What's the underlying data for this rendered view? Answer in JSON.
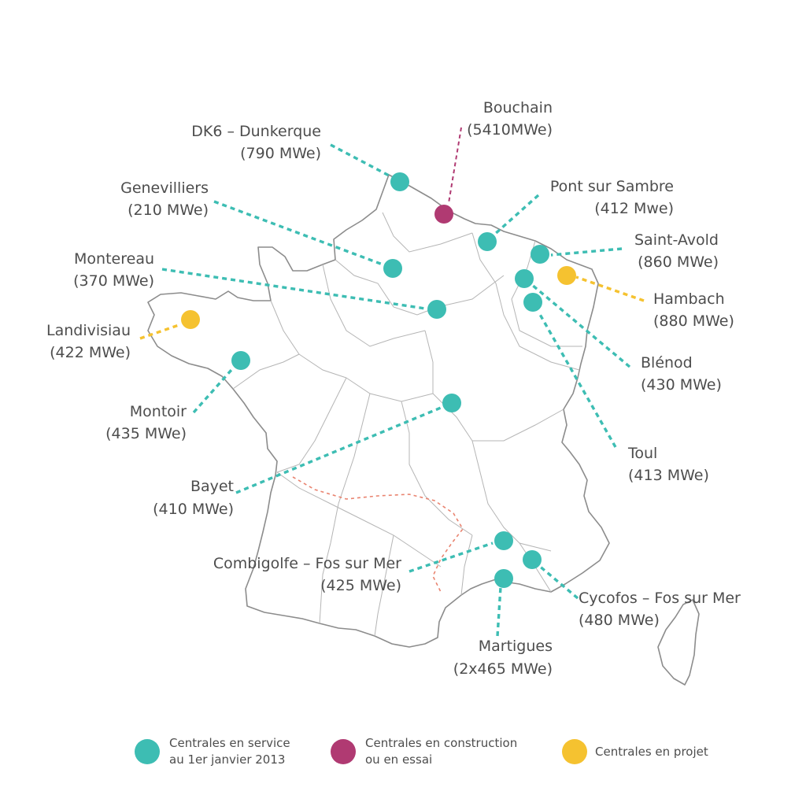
{
  "colors": {
    "in_service": "#3dbdb3",
    "construction": "#b03a72",
    "project": "#f5c230",
    "text": "#4d4d4d",
    "pipeline": "#e9836f"
  },
  "plants": [
    {
      "name": "DK6 – Dunkerque",
      "capacity": "(790 MWe)",
      "status": "in_service"
    },
    {
      "name": "Bouchain",
      "capacity": "(5410MWe)",
      "status": "construction"
    },
    {
      "name": "Genevilliers",
      "capacity": "(210 MWe)",
      "status": "in_service"
    },
    {
      "name": "Pont sur Sambre",
      "capacity": "(412 Mwe)",
      "status": "in_service"
    },
    {
      "name": "Saint-Avold",
      "capacity": "(860 MWe)",
      "status": "in_service"
    },
    {
      "name": "Montereau",
      "capacity": "(370 MWe)",
      "status": "in_service"
    },
    {
      "name": "Hambach",
      "capacity": "(880 MWe)",
      "status": "project"
    },
    {
      "name": "Landivisiau",
      "capacity": "(422 MWe)",
      "status": "project"
    },
    {
      "name": "Blénod",
      "capacity": "(430 MWe)",
      "status": "in_service"
    },
    {
      "name": "Montoir",
      "capacity": "(435 MWe)",
      "status": "in_service"
    },
    {
      "name": "Toul",
      "capacity": "(413 MWe)",
      "status": "in_service"
    },
    {
      "name": "Bayet",
      "capacity": "(410 MWe)",
      "status": "in_service"
    },
    {
      "name": "Combigolfe – Fos sur Mer",
      "capacity": "(425 MWe)",
      "status": "in_service"
    },
    {
      "name": "Cycofos – Fos sur Mer",
      "capacity": "(480 MWe)",
      "status": "in_service"
    },
    {
      "name": "Martigues",
      "capacity": "(2x465 MWe)",
      "status": "in_service"
    }
  ],
  "legend": {
    "in_service": {
      "line1": "Centrales en service",
      "line2": "au 1er janvier 2013"
    },
    "construction": {
      "line1": "Centrales en construction",
      "line2": "ou en essai"
    },
    "project": {
      "line1": "Centrales en projet"
    }
  }
}
